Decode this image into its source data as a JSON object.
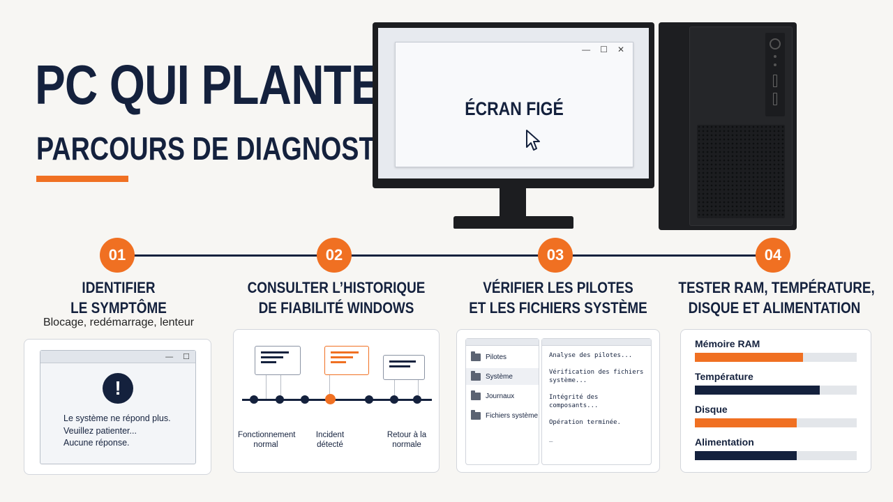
{
  "header": {
    "title": "PC QUI PLANTE",
    "subtitle": "PARCOURS DE DIAGNOSTIC"
  },
  "monitor": {
    "screen_text": "ÉCRAN FIGÉ",
    "window_controls": [
      "—",
      "☐",
      "✕"
    ]
  },
  "steps": [
    {
      "number": "01",
      "title_lines": [
        "IDENTIFIER",
        "LE SYMPTÔME"
      ],
      "subtitle": "Blocage, redémarrage, lenteur"
    },
    {
      "number": "02",
      "title_lines": [
        "CONSULTER L’HISTORIQUE",
        "DE FIABILITÉ WINDOWS"
      ]
    },
    {
      "number": "03",
      "title_lines": [
        "VÉRIFIER LES PILOTES",
        "ET LES FICHIERS SYSTÈME"
      ]
    },
    {
      "number": "04",
      "title_lines": [
        "TESTER RAM, TEMPÉRATURE,",
        "DISQUE ET ALIMENTATION"
      ]
    }
  ],
  "card1": {
    "dialog_controls": [
      "—",
      "☐"
    ],
    "alert_symbol": "!",
    "lines": [
      "Le système ne répond plus.",
      "Veuillez patienter...",
      "Aucune réponse."
    ]
  },
  "card2": {
    "labels": [
      {
        "line1": "Fonctionnement",
        "line2": "normal"
      },
      {
        "line1": "Incident",
        "line2": "détecté"
      },
      {
        "line1": "Retour à la",
        "line2": "normale"
      }
    ]
  },
  "card3": {
    "folders": [
      "Pilotes",
      "Système",
      "Journaux",
      "Fichiers système"
    ],
    "selected_folder": "Système",
    "console_lines": [
      "Analyse des pilotes...",
      "Vérification des fichiers",
      "système...",
      "Intégrité des composants...",
      "Opération terminée.",
      "_"
    ]
  },
  "card4": {
    "meters": [
      {
        "label": "Mémoire RAM",
        "level": 0.67,
        "color": "#f07022"
      },
      {
        "label": "Température",
        "level": 0.77,
        "color": "#14213d"
      },
      {
        "label": "Disque",
        "level": 0.63,
        "color": "#f07022"
      },
      {
        "label": "Alimentation",
        "level": 0.63,
        "color": "#14213d"
      }
    ]
  },
  "colors": {
    "accent": "#f07022",
    "navy": "#14213d",
    "background": "#f7f6f3"
  }
}
